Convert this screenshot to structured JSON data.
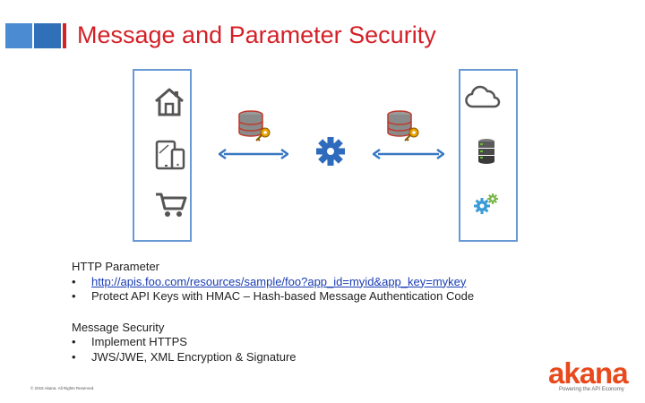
{
  "header": {
    "title": "Message and Parameter Security"
  },
  "colors": {
    "accent_red": "#d42027",
    "accent_blue": "#4a8bd1",
    "panel_border": "#6a9ad4",
    "link": "#1a3db3",
    "logo_orange": "#e8491d"
  },
  "diagram": {
    "left_panel_icons": [
      "home-icon",
      "devices-icon",
      "shopping-cart-icon"
    ],
    "middle_icons": [
      "double-arrow-icon",
      "database-key-icon",
      "gear-icon",
      "database-key-icon",
      "double-arrow-icon"
    ],
    "right_panel_icons": [
      "cloud-icon",
      "server-database-icon",
      "gears-icon"
    ]
  },
  "sections": [
    {
      "title": "HTTP Parameter",
      "bullets": [
        "http://apis.foo.com/resources/sample/foo?app_id=myid&app_key=mykey",
        "Protect API Keys with HMAC – Hash-based Message Authentication Code"
      ]
    },
    {
      "title": "Message Security",
      "bullets": [
        "Implement HTTPS",
        "JWS/JWE, XML Encryption & Signature"
      ]
    }
  ],
  "bullet_symbol": "•",
  "footer": {
    "copyright": "© 2015 Akana. All Rights Reserved."
  },
  "logo": {
    "wordmark": "akana",
    "tagline": "Powering the API Economy"
  }
}
